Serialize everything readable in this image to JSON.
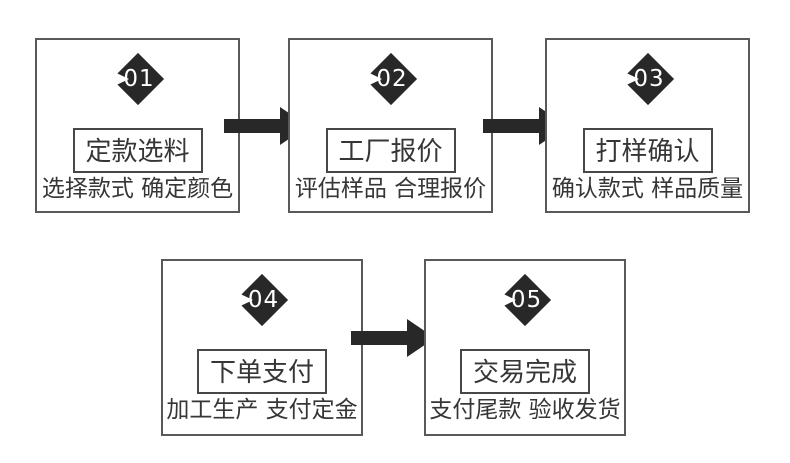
{
  "figure": {
    "type": "process-flow-diagram",
    "language": "zh-CN"
  },
  "colors": {
    "background": "#ffffff",
    "box_border": "#595959",
    "label_border": "#474747",
    "text": "#363636",
    "shape_fill": "#282828",
    "number_color": "#ffffff"
  },
  "steps": [
    {
      "number": "01",
      "label": "定款选料",
      "description": "选择款式 确定颜色"
    },
    {
      "number": "02",
      "label": "工厂报价",
      "description": "评估样品 合理报价"
    },
    {
      "number": "03",
      "label": "打样确认",
      "description": "确认款式 样品质量"
    },
    {
      "number": "04",
      "label": "下单支付",
      "description": "加工生产 支付定金"
    },
    {
      "number": "05",
      "label": "交易完成",
      "description": "支付尾款 验收发货"
    }
  ],
  "arrows": [
    {
      "from": "01",
      "to": "02"
    },
    {
      "from": "02",
      "to": "03"
    },
    {
      "from": "04",
      "to": "05"
    }
  ]
}
